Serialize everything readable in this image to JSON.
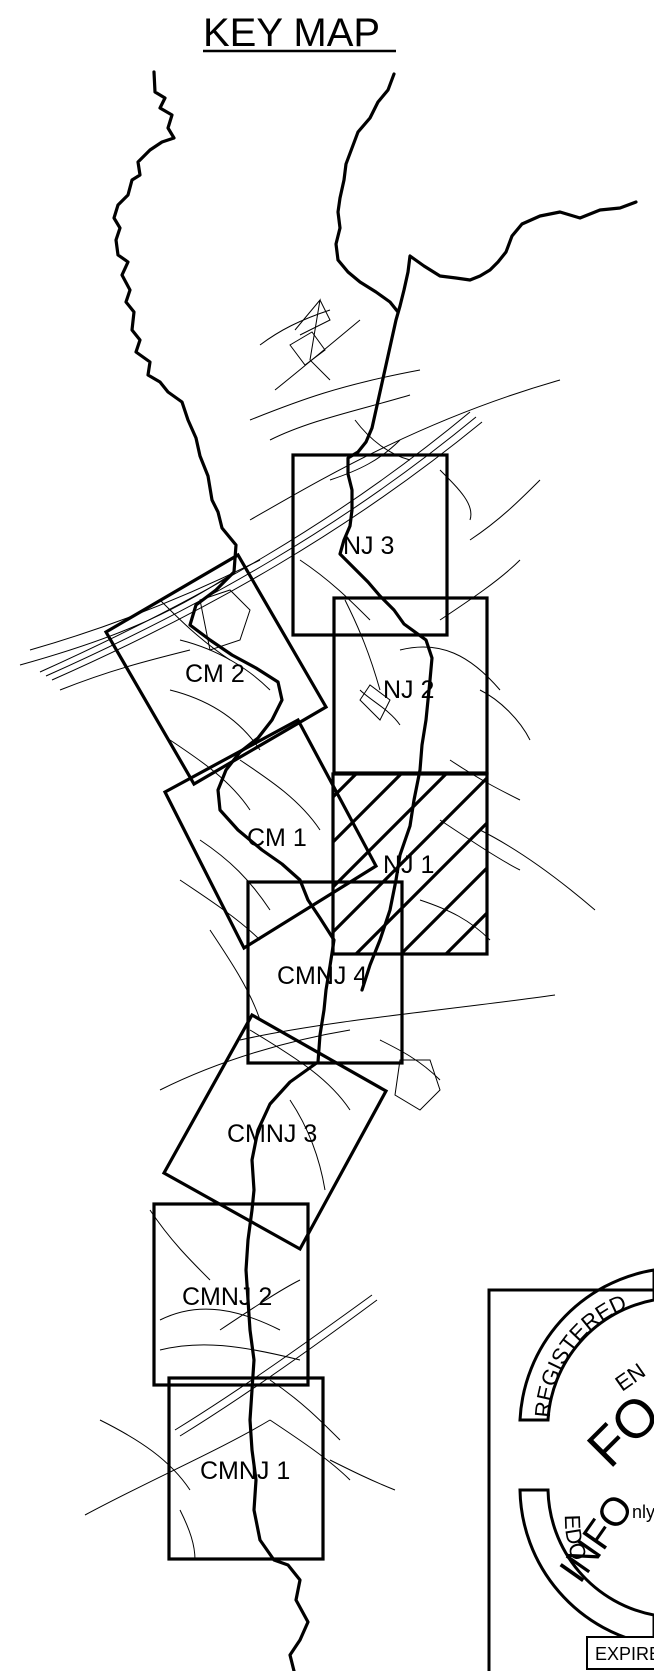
{
  "title": "KEY MAP",
  "sheets": [
    {
      "id": "nj3",
      "label": "NJ 3",
      "selected": false
    },
    {
      "id": "nj2",
      "label": "NJ 2",
      "selected": false
    },
    {
      "id": "cm2",
      "label": "CM 2",
      "selected": false
    },
    {
      "id": "cm1",
      "label": "CM 1",
      "selected": false
    },
    {
      "id": "nj1",
      "label": "NJ 1",
      "selected": true
    },
    {
      "id": "cmnj4",
      "label": "CMNJ 4",
      "selected": false
    },
    {
      "id": "cmnj3",
      "label": "CMNJ 3",
      "selected": false
    },
    {
      "id": "cmnj2",
      "label": "CMNJ 2",
      "selected": false
    },
    {
      "id": "cmnj1",
      "label": "CMNJ 1",
      "selected": false
    }
  ],
  "seal": {
    "top_arc": "REGISTERED",
    "line2": "EN",
    "big1": "FO",
    "big2": "INFO",
    "small": "nly",
    "bottom_arc": "EDO",
    "expire_label": "EXPIRE"
  },
  "colors": {
    "ink": "#000000",
    "paper": "#ffffff"
  }
}
